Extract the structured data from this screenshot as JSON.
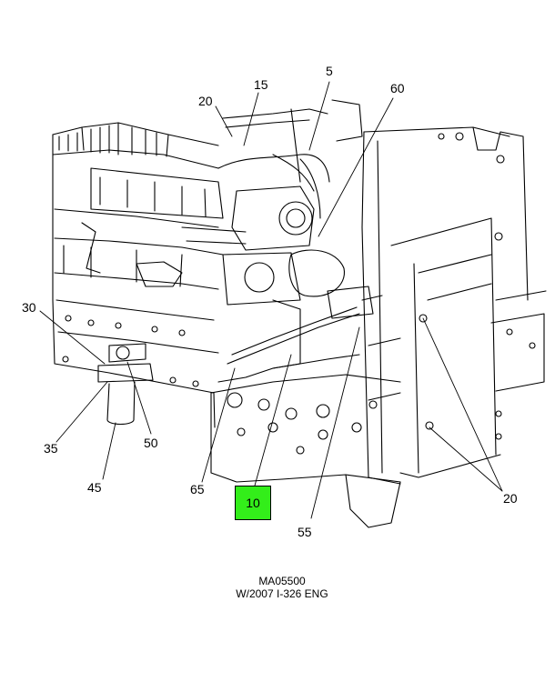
{
  "diagram": {
    "callouts": {
      "c5": "5",
      "c15": "15",
      "c20_top": "20",
      "c60": "60",
      "c30": "30",
      "c35": "35",
      "c50": "50",
      "c45": "45",
      "c65": "65",
      "c10": "10",
      "c55": "55",
      "c20_right": "20"
    },
    "highlight_color": "#33ee1a"
  },
  "caption": {
    "code": "MA05500",
    "desc": "W/2007 I-326 ENG"
  }
}
